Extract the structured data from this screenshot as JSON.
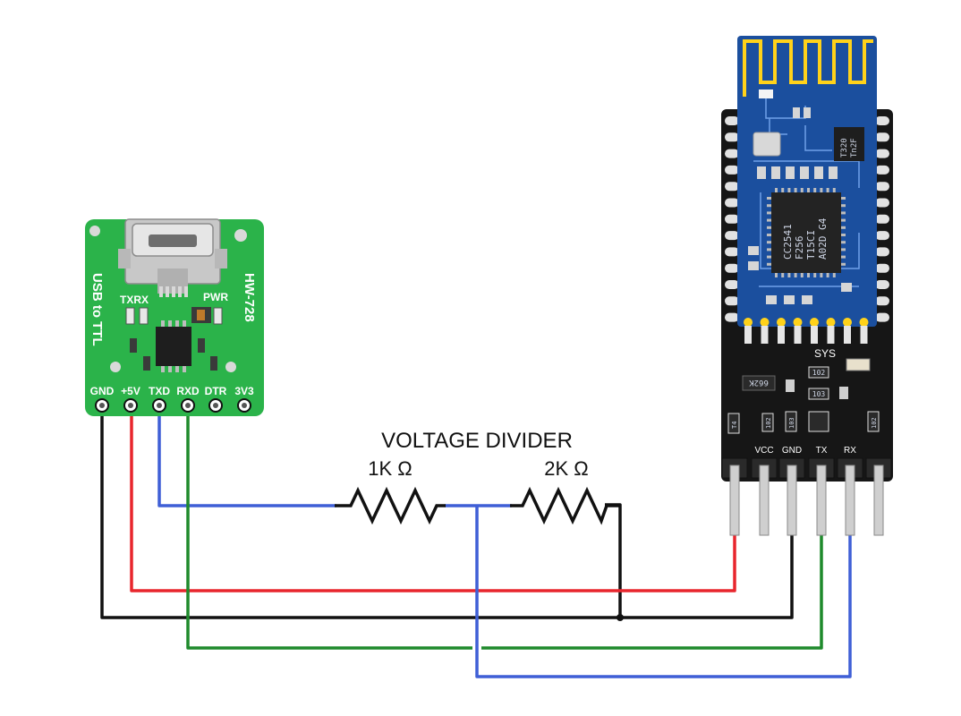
{
  "title": "VOLTAGE DIVIDER",
  "resistors": {
    "r1": "1K Ω",
    "r2": "2K Ω"
  },
  "usb_ttl": {
    "model": "HW-728",
    "name": "USB to TTL",
    "led_txrx": "TXRX",
    "led_pwr": "PWR",
    "pins": [
      "GND",
      "+5V",
      "TXD",
      "RXD",
      "DTR",
      "3V3"
    ]
  },
  "hm10": {
    "chip_lines": [
      "CC2541",
      "F256",
      "T15CI",
      "A02D  G4"
    ],
    "small_chip_lines": [
      "T320",
      "Tn2F"
    ],
    "sys_label": "SYS",
    "smd_codes": [
      "662K",
      "102",
      "103",
      "103",
      "102",
      "T4",
      "102"
    ],
    "pins": [
      "VCC",
      "GND",
      "TX",
      "RX"
    ]
  },
  "colors": {
    "wire_black": "#111111",
    "wire_red": "#e8262d",
    "wire_blue": "#3f5fd6",
    "wire_green": "#1f8a2c",
    "pcb_green": "#2bb34a",
    "pcb_blue": "#1b4f9e",
    "board_black": "#161616"
  }
}
